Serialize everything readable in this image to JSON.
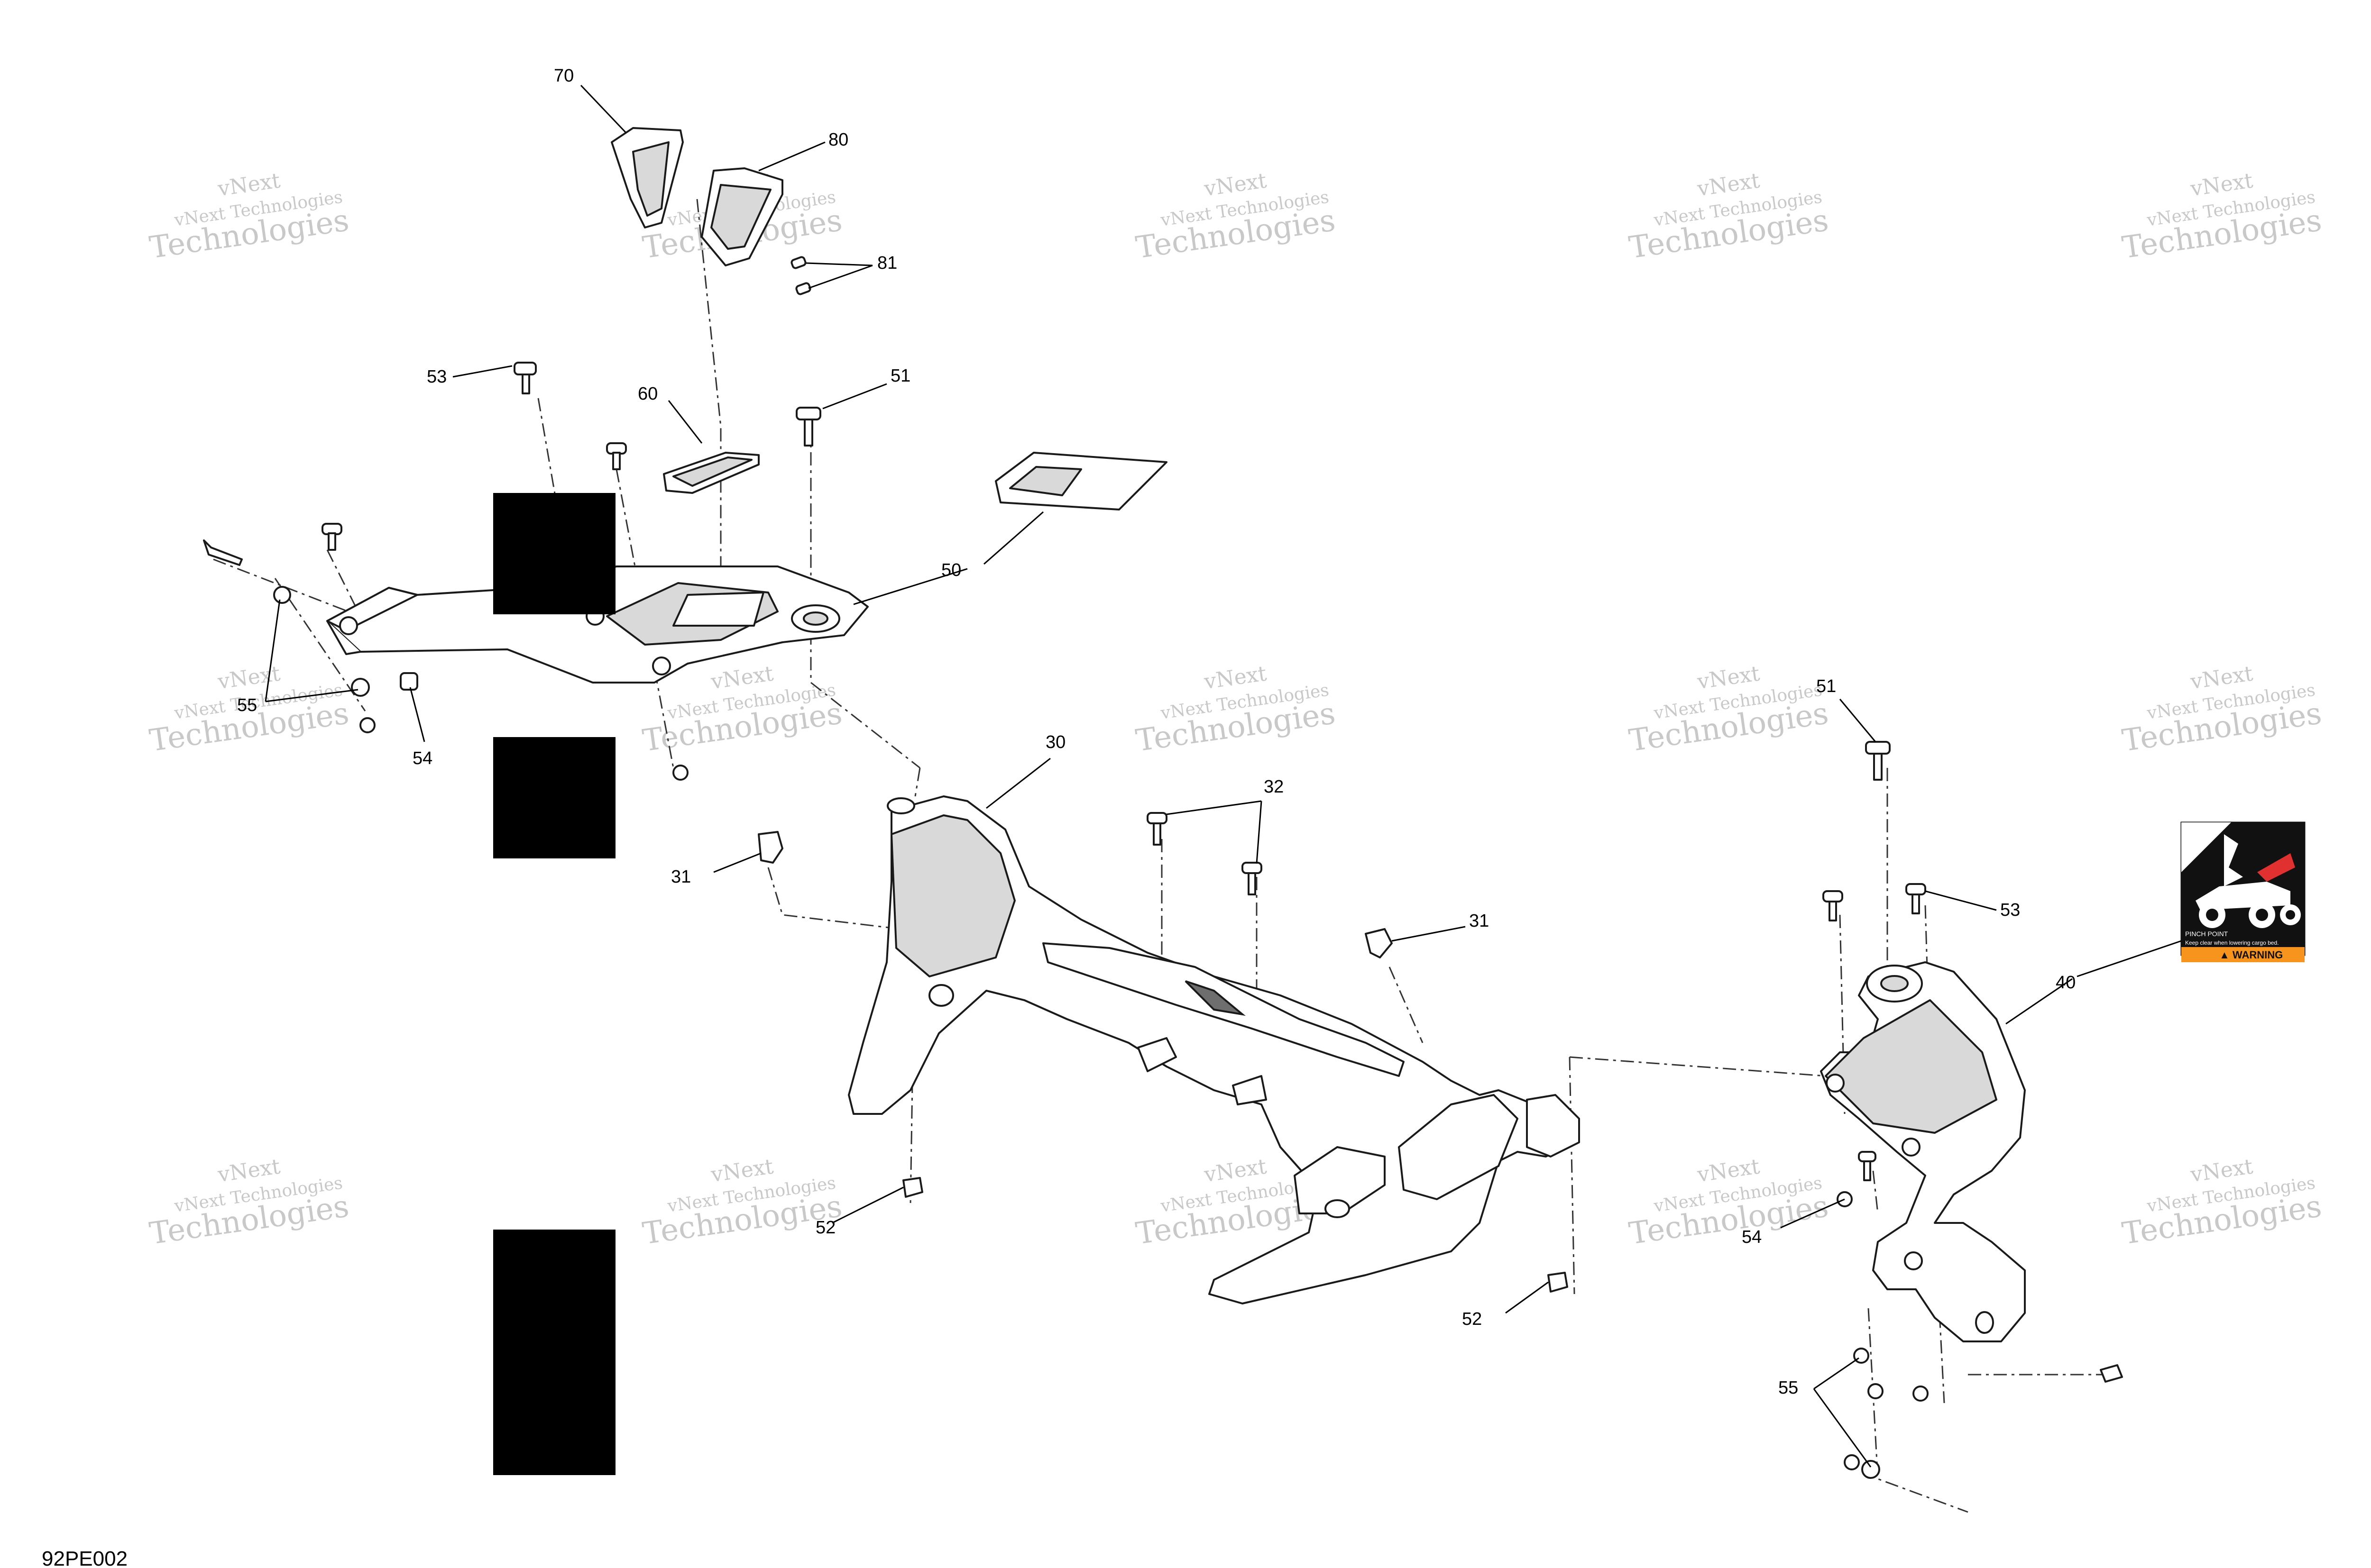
{
  "diagram_id": "92PE002",
  "watermark": {
    "line1": "vNext Technologies",
    "line2": "vNext",
    "line3": "Technologies"
  },
  "callouts": {
    "c70": "70",
    "c80": "80",
    "c81": "81",
    "c53a": "53",
    "c60": "60",
    "c51a": "51",
    "c50": "50",
    "c55a": "55",
    "c54a": "54",
    "c30": "30",
    "c31a": "31",
    "c32": "32",
    "c31b": "31",
    "c52a": "52",
    "c52b": "52",
    "c51b": "51",
    "c53b": "53",
    "c40": "40",
    "c54b": "54",
    "c55b": "55"
  },
  "warning_label": {
    "caption": "PINCH POINT",
    "text": "Keep clear when lowering cargo bed.",
    "banner": "▲ WARNING"
  },
  "colors": {
    "warning_orange": "#f7941d",
    "label_black": "#111111"
  }
}
